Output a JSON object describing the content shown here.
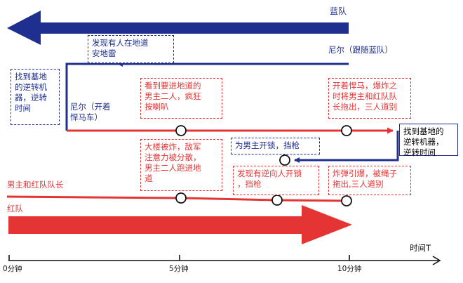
{
  "title_blue_team": "蓝队",
  "nier_blue": "尼尔（跟随蓝队）",
  "nier_car": "尼尔（开着\n悍马车）",
  "hero_red": "男主和红队队长",
  "red_team": "红队",
  "axis_label": "时间T",
  "ticks": [
    "0分钟",
    "5分钟",
    "10分钟"
  ],
  "boxes": {
    "found_mine": "发现有人在地道\n安地雷",
    "left_blue": "找到基地\n的逆转机\n器，逆转\n时间",
    "top_mid": "看到要进地道的\n男主二人，疯狂\n按喇叭",
    "top_right": "开着悍马，爆炸之\n时将男主和红队队\n长拖出，三人道别",
    "right_blue": "找到基地的\n逆转机器，\n逆转时间",
    "unlock_blue": "为男主开锁，挡枪",
    "bottom_mid": "大楼被炸，敌军\n注意力被分散，\n男主二人跑进地\n道",
    "bottom_mid2": "发现有逆向人开锁\n，挡枪",
    "bottom_right": "炸弹引爆，被绳子\n拖出,三人道别"
  },
  "colors": {
    "blue": "#1f2f8f",
    "red": "#e53434",
    "black": "#111111"
  }
}
